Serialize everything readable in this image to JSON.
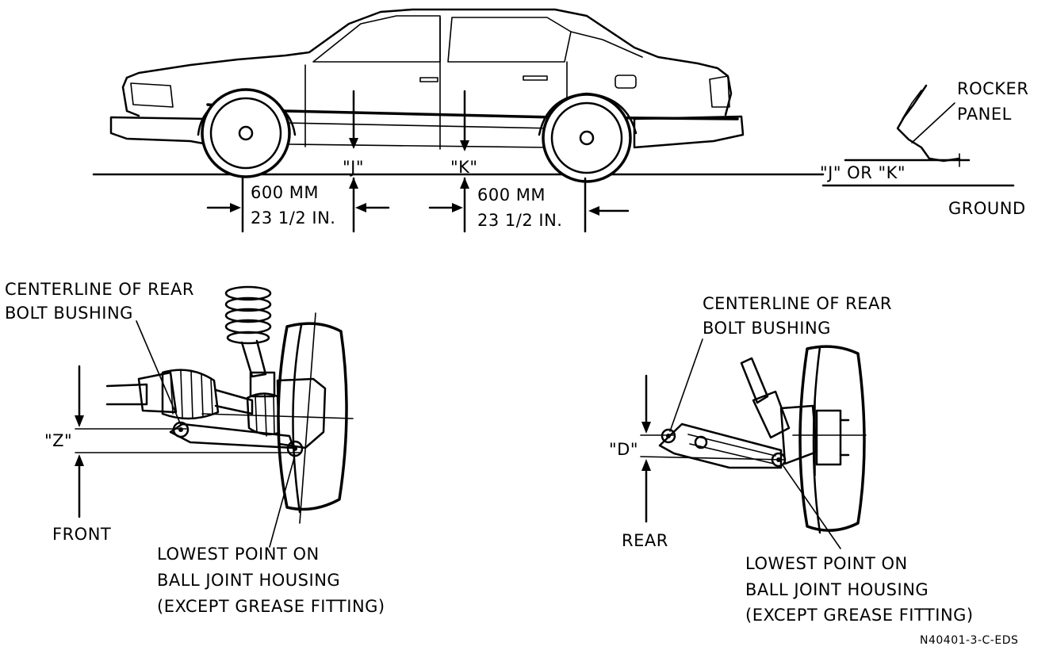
{
  "labels": {
    "rocker_panel_line1": "ROCKER",
    "rocker_panel_line2": "PANEL",
    "j_mark": "\"J\"",
    "k_mark": "\"K\"",
    "j_or_k": "\"J\" OR \"K\"",
    "ground": "GROUND",
    "dim_front_mm": "600 MM",
    "dim_front_in": "23 1/2 IN.",
    "dim_rear_mm": "600 MM",
    "dim_rear_in": "23 1/2 IN.",
    "front_centerline_line1": "CENTERLINE OF REAR",
    "front_centerline_line2": "BOLT BUSHING",
    "z_mark": "\"Z\"",
    "front": "FRONT",
    "front_lowest_line1": "LOWEST POINT ON",
    "front_lowest_line2": "BALL JOINT HOUSING",
    "front_lowest_line3": "(EXCEPT GREASE FITTING)",
    "rear_centerline_line1": "CENTERLINE OF REAR",
    "rear_centerline_line2": "BOLT BUSHING",
    "d_mark": "\"D\"",
    "rear": "REAR",
    "rear_lowest_line1": "LOWEST POINT ON",
    "rear_lowest_line2": "BALL JOINT HOUSING",
    "rear_lowest_line3": "(EXCEPT GREASE FITTING)",
    "figure_code": "N40401-3-C-EDS"
  },
  "colors": {
    "ink": "#000000",
    "paper": "#ffffff"
  }
}
